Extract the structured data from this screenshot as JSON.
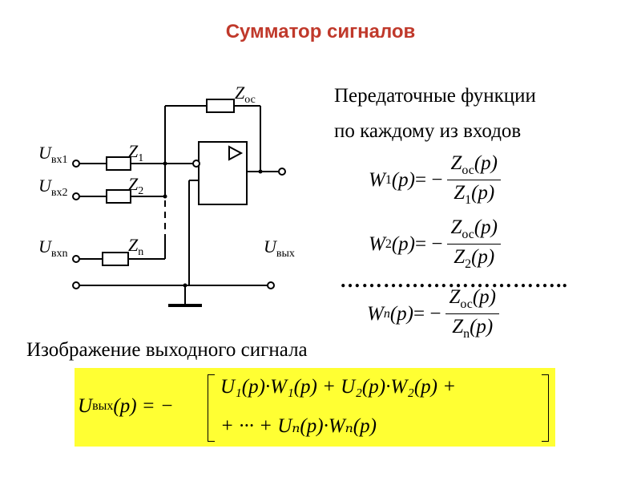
{
  "title": "Сумматор сигналов",
  "transfer_heading": [
    "Передаточные функции",
    "по каждому из входов"
  ],
  "output_heading": "Изображение выходного сигнала",
  "separator": "…………………………..",
  "formulas": {
    "w1": {
      "lhs": "W",
      "lhs_sub": "1",
      "arg": "(p)",
      "eq": " = −",
      "num_sym": "Z",
      "num_sub": "ос",
      "num_arg": "(p)",
      "den_sym": "Z",
      "den_sub": "1",
      "den_arg": "(p)"
    },
    "w2": {
      "lhs": "W",
      "lhs_sub": "2",
      "arg": "(p)",
      "eq": " = −",
      "num_sym": "Z",
      "num_sub": "ос",
      "num_arg": "(p)",
      "den_sym": "Z",
      "den_sub": "2",
      "den_arg": "(p)"
    },
    "wn": {
      "lhs": "W",
      "lhs_sub": "n",
      "arg": "(p)",
      "eq": " = −",
      "num_sym": "Z",
      "num_sub": "ос",
      "num_arg": "(p)",
      "den_sym": "Z",
      "den_sub": "n",
      "den_arg": "(p)"
    }
  },
  "output_formula": {
    "lhs": "U",
    "lhs_sub": "вых",
    "lhs_arg": "(p) = −",
    "line1": "U₁(p)·W₁(p) + U₂(p)·W₂(p) +",
    "line2": "+ ··· + Uₙ(p)·Wₙ(p)"
  },
  "circuit": {
    "labels": {
      "u_in1": {
        "sym": "U",
        "sub": "вх1"
      },
      "u_in2": {
        "sym": "U",
        "sub": "вх2"
      },
      "u_inn": {
        "sym": "U",
        "sub": "вхn"
      },
      "z1": {
        "sym": "Z",
        "sub": "1"
      },
      "z2": {
        "sym": "Z",
        "sub": "2"
      },
      "zn": {
        "sym": "Z",
        "sub": "n"
      },
      "zoc": {
        "sym": "Z",
        "sub": "ос"
      },
      "u_out": {
        "sym": "U",
        "sub": "вых"
      }
    }
  },
  "colors": {
    "title": "#c0392b",
    "highlight": "#ffff33"
  }
}
